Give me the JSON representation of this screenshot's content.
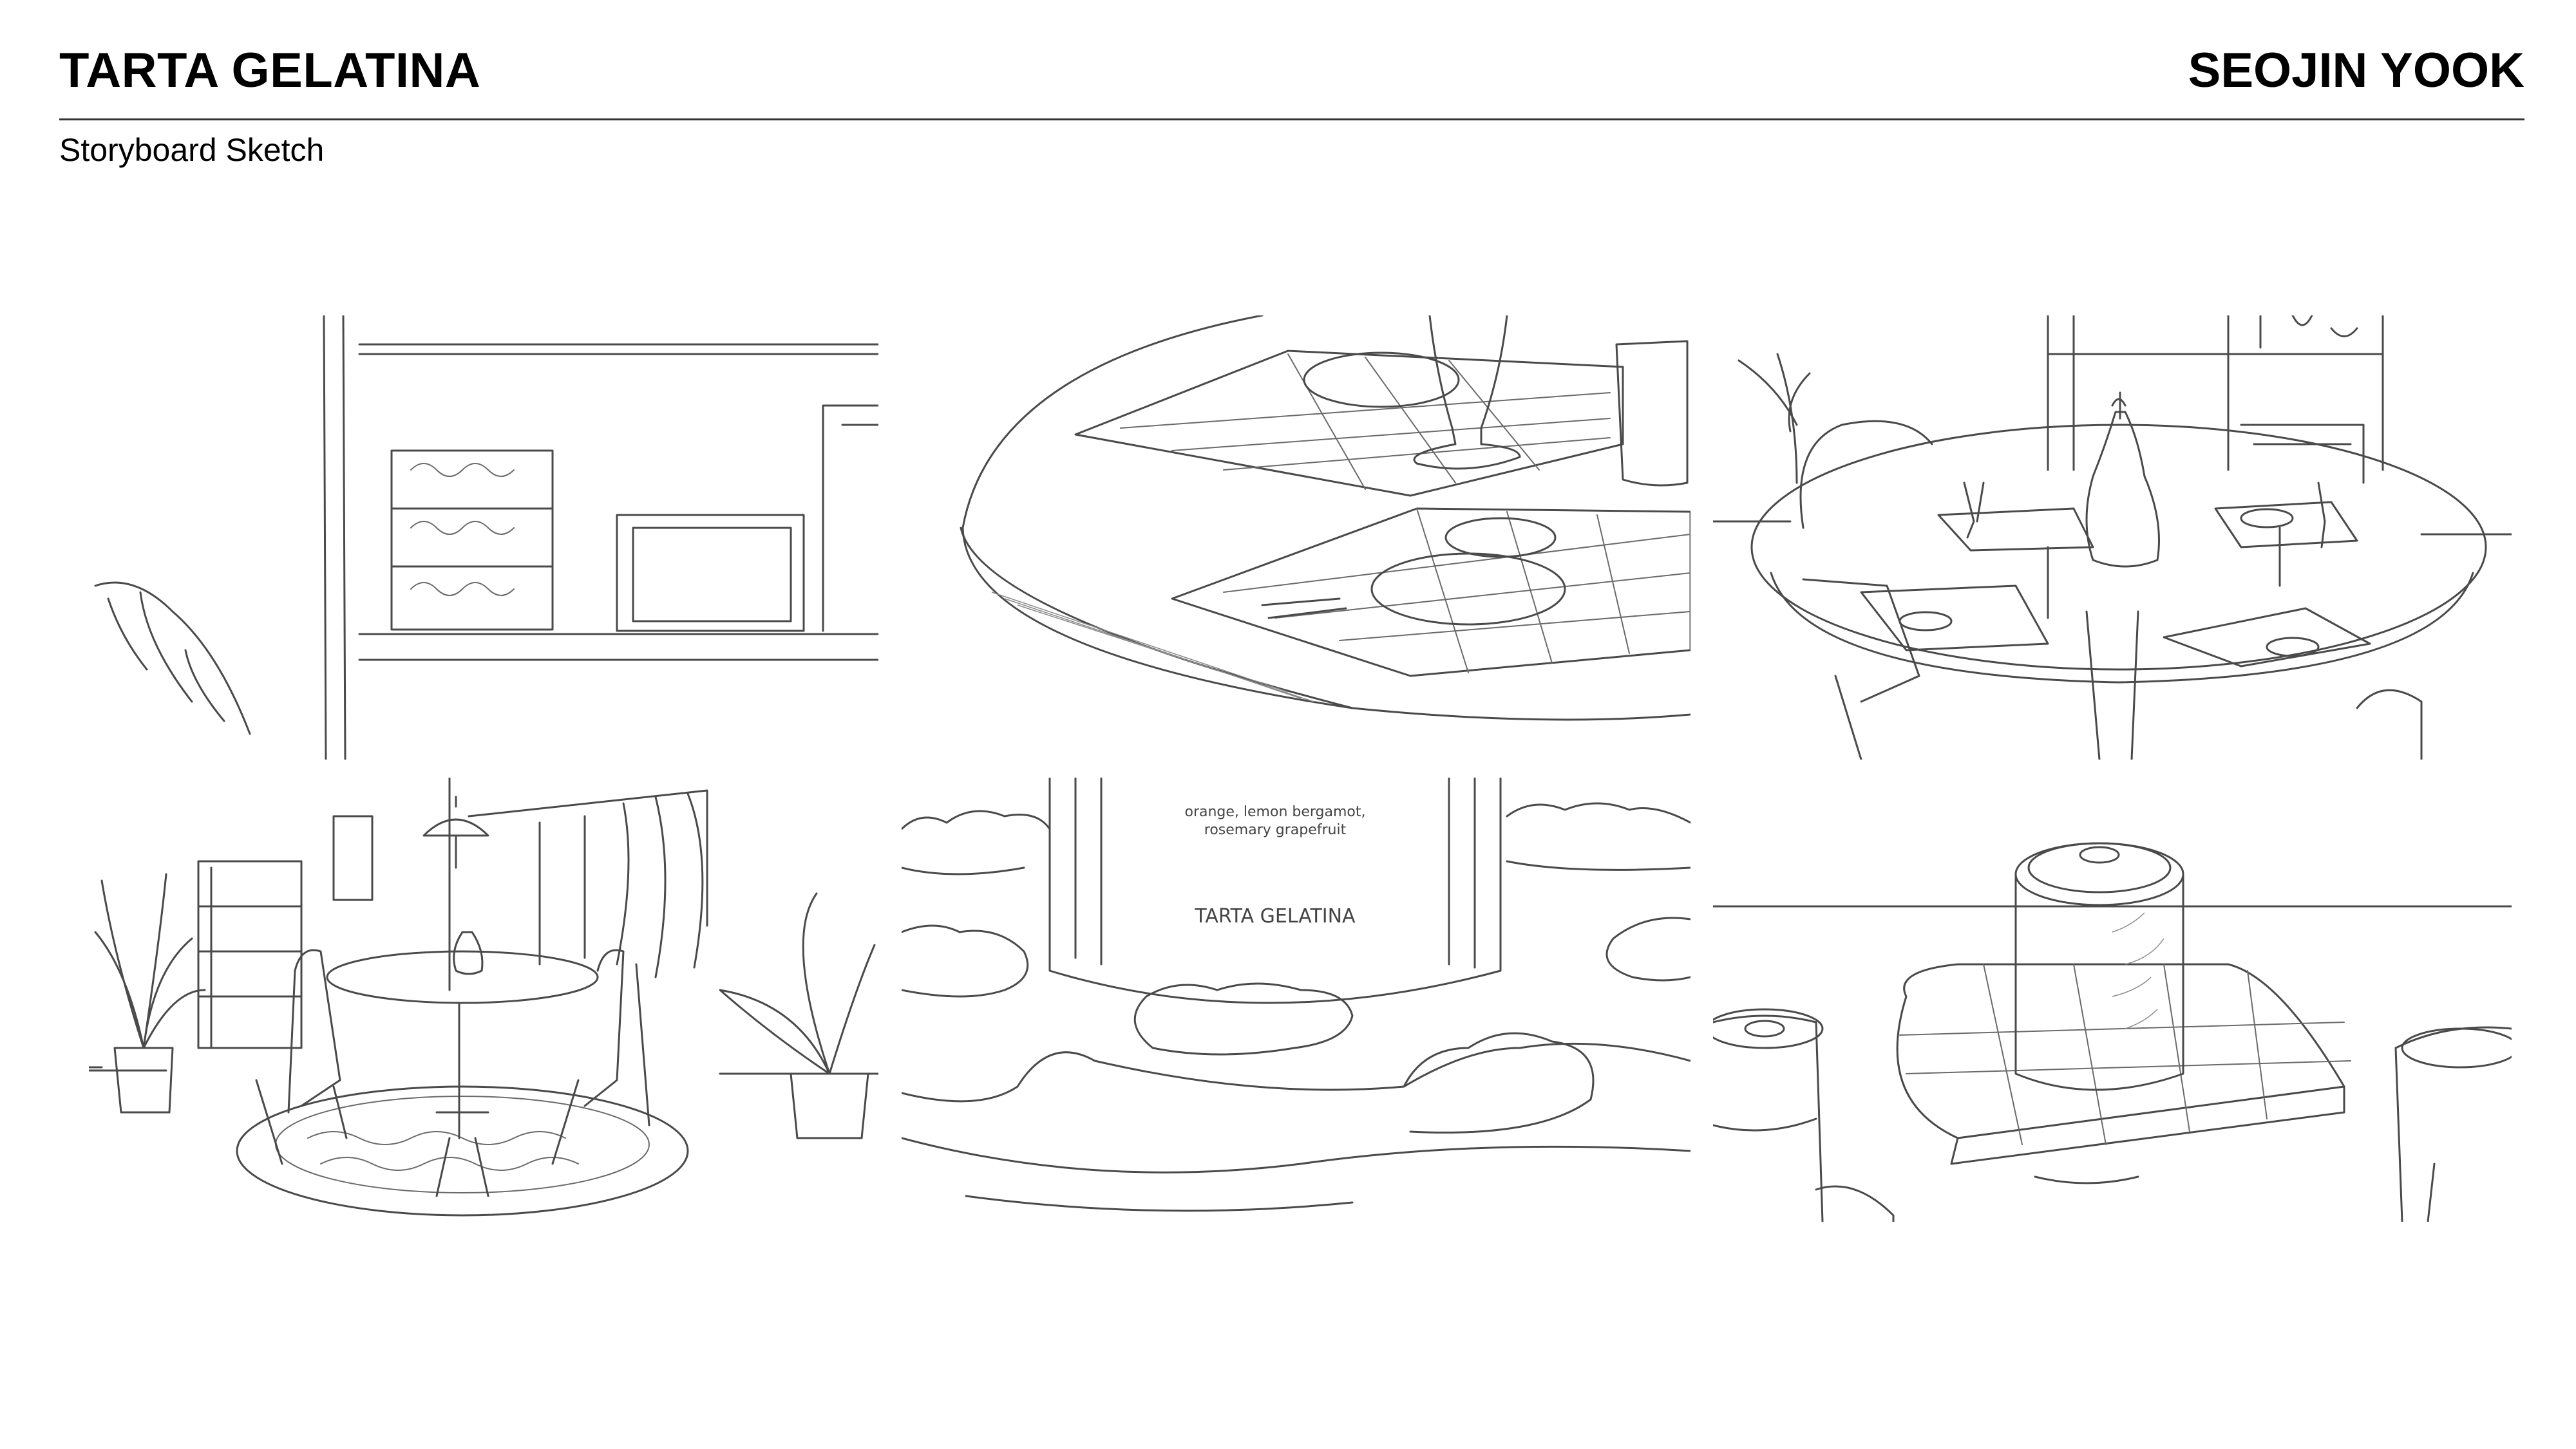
{
  "header": {
    "title": "TARTA GELATINA",
    "author": "SEOJIN YOOK",
    "subtitle": "Storyboard Sketch"
  },
  "panels": [
    {
      "id": 1,
      "scene": "shelf-with-boxes"
    },
    {
      "id": 2,
      "scene": "tabletop-closeup"
    },
    {
      "id": 3,
      "scene": "table-setting-overview"
    },
    {
      "id": 4,
      "scene": "dining-room-wide"
    },
    {
      "id": 5,
      "scene": "can-label-closeup",
      "label_text_1": "orange, lemon bergamot,",
      "label_text_2": "rosemary grapefruit",
      "brand_text": "TARTA GELATINA"
    },
    {
      "id": 6,
      "scene": "cans-on-tiles"
    }
  ]
}
